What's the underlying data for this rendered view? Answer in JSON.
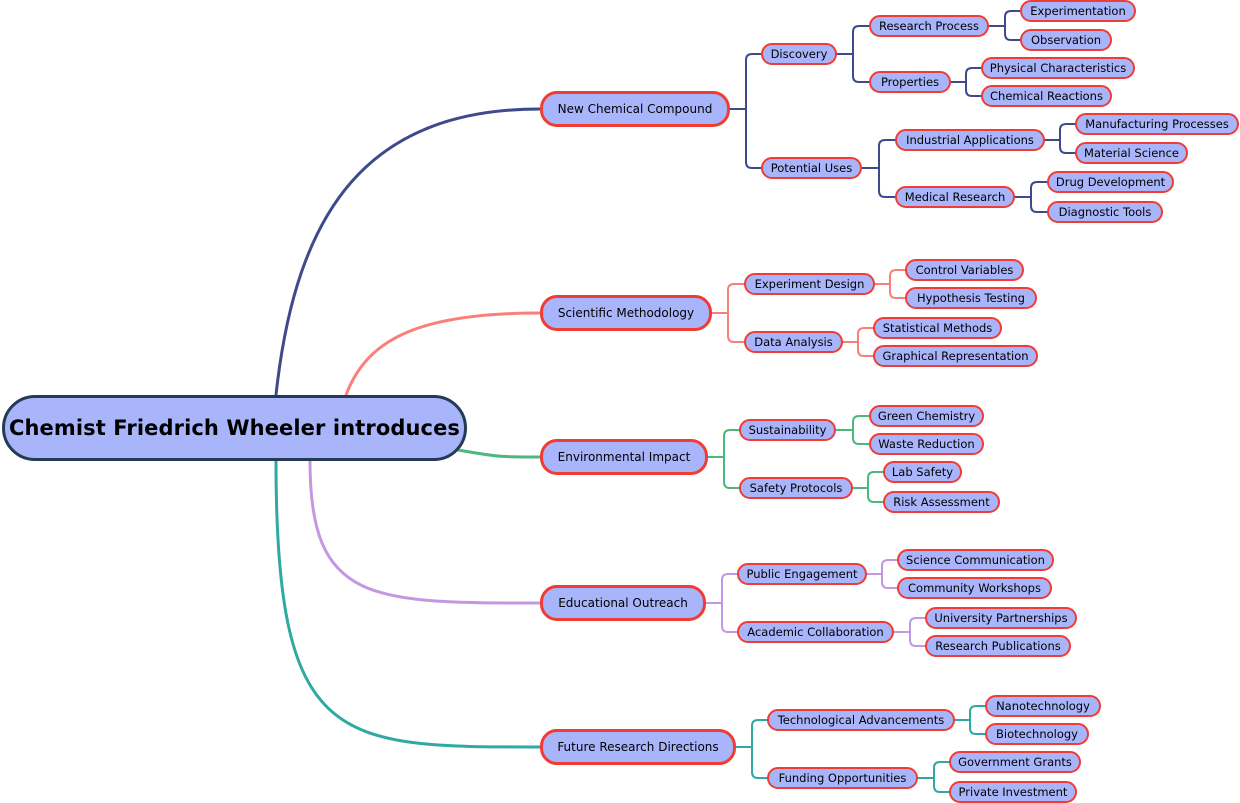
{
  "root": {
    "label": "Chemist Friedrich Wheeler introduces"
  },
  "branches": [
    {
      "label": "New Chemical Compound",
      "color": "#3f4a8c",
      "children": [
        {
          "label": "Discovery",
          "children": [
            {
              "label": "Research Process",
              "children": [
                {
                  "label": "Experimentation"
                },
                {
                  "label": "Observation"
                }
              ]
            },
            {
              "label": "Properties",
              "children": [
                {
                  "label": "Physical Characteristics"
                },
                {
                  "label": "Chemical Reactions"
                }
              ]
            }
          ]
        },
        {
          "label": "Potential Uses",
          "children": [
            {
              "label": "Industrial Applications",
              "children": [
                {
                  "label": "Manufacturing Processes"
                },
                {
                  "label": "Material Science"
                }
              ]
            },
            {
              "label": "Medical Research",
              "children": [
                {
                  "label": "Drug Development"
                },
                {
                  "label": "Diagnostic Tools"
                }
              ]
            }
          ]
        }
      ]
    },
    {
      "label": "Scientific Methodology",
      "color": "#f98079",
      "children": [
        {
          "label": "Experiment Design",
          "children": [
            {
              "label": "Control Variables"
            },
            {
              "label": "Hypothesis Testing"
            }
          ]
        },
        {
          "label": "Data Analysis",
          "children": [
            {
              "label": "Statistical Methods"
            },
            {
              "label": "Graphical Representation"
            }
          ]
        }
      ]
    },
    {
      "label": "Environmental Impact",
      "color": "#4cb87c",
      "children": [
        {
          "label": "Sustainability",
          "children": [
            {
              "label": "Green Chemistry"
            },
            {
              "label": "Waste Reduction"
            }
          ]
        },
        {
          "label": "Safety Protocols",
          "children": [
            {
              "label": "Lab Safety"
            },
            {
              "label": "Risk Assessment"
            }
          ]
        }
      ]
    },
    {
      "label": "Educational Outreach",
      "color": "#c497e2",
      "children": [
        {
          "label": "Public Engagement",
          "children": [
            {
              "label": "Science Communication"
            },
            {
              "label": "Community Workshops"
            }
          ]
        },
        {
          "label": "Academic Collaboration",
          "children": [
            {
              "label": "University Partnerships"
            },
            {
              "label": "Research Publications"
            }
          ]
        }
      ]
    },
    {
      "label": "Future Research Directions",
      "color": "#2fa9a3",
      "children": [
        {
          "label": "Technological Advancements",
          "children": [
            {
              "label": "Nanotechnology"
            },
            {
              "label": "Biotechnology"
            }
          ]
        },
        {
          "label": "Funding Opportunities",
          "children": [
            {
              "label": "Government Grants"
            },
            {
              "label": "Private Investment"
            }
          ]
        }
      ]
    }
  ],
  "colors": {
    "node_fill": "#a9b5fb",
    "node_border": "#f03c32",
    "root_border": "#243a55"
  }
}
